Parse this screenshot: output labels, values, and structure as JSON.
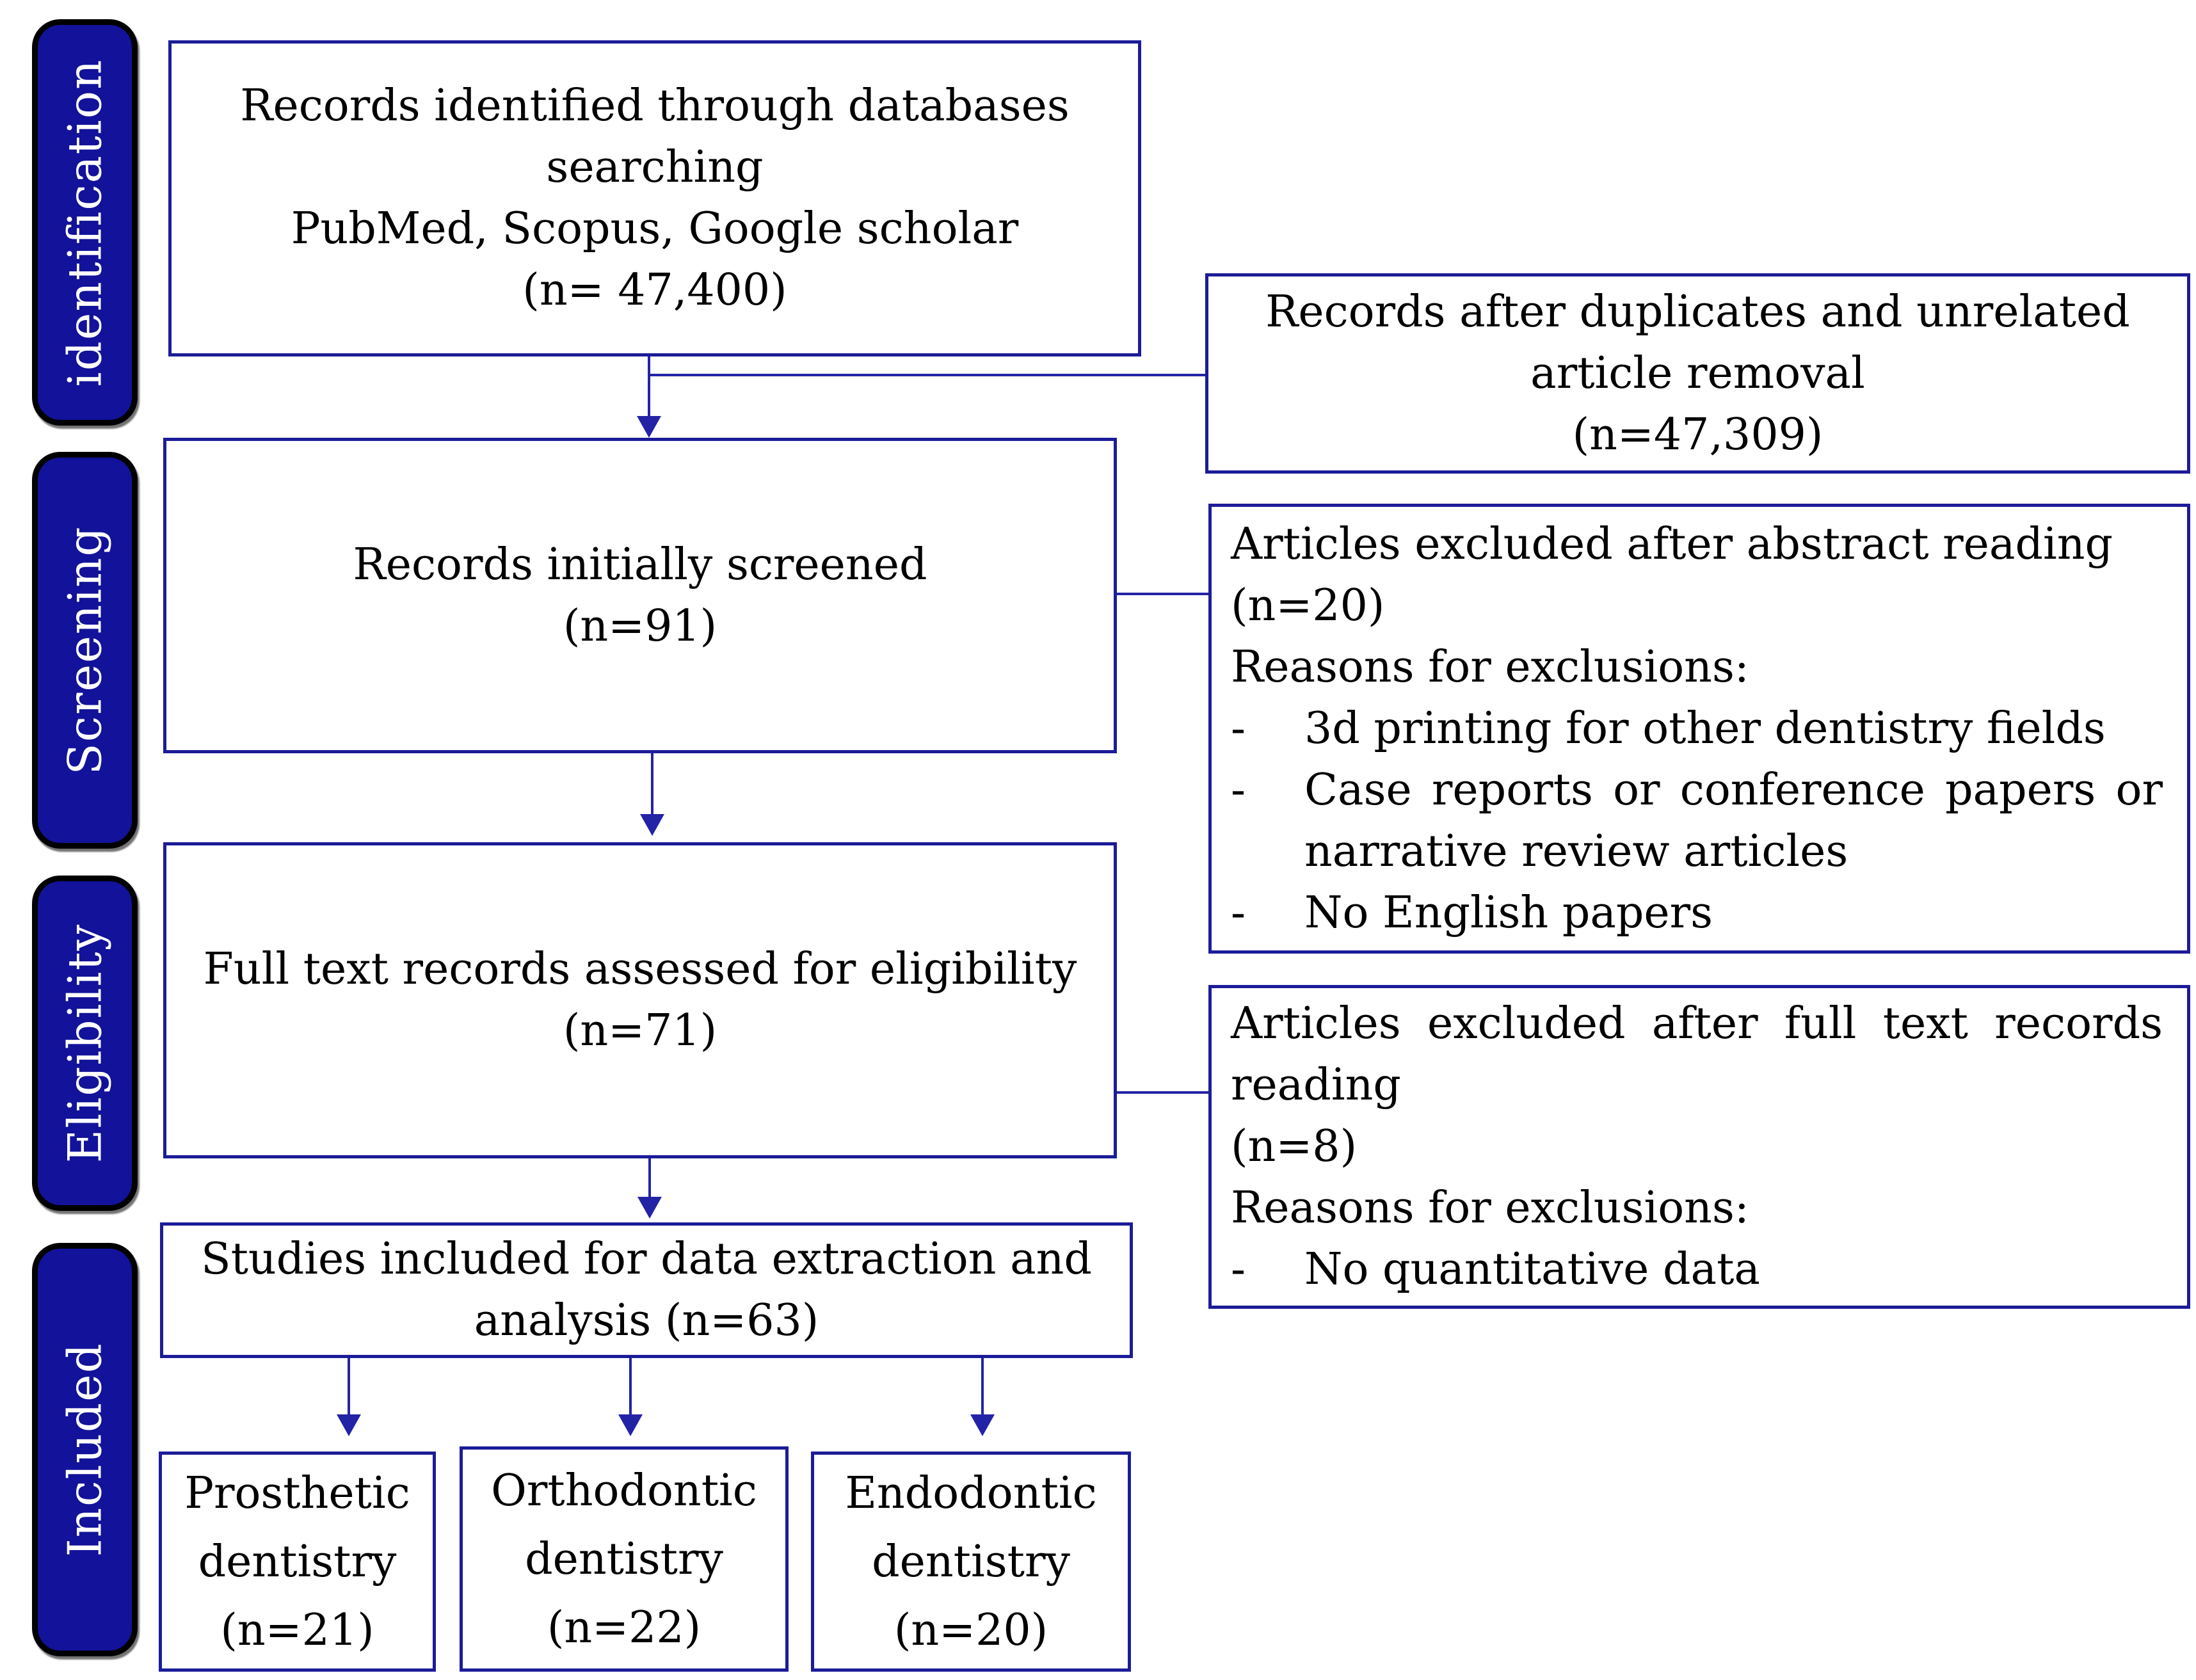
{
  "palette": {
    "border_blue": "#1c1c99",
    "line_blue": "#2323a6",
    "sidebar_fill": "#12129a",
    "sidebar_text": "#ffffff",
    "box_text": "#000000",
    "background": "#ffffff"
  },
  "sidebar": {
    "identification": "identification",
    "screening": "Screening",
    "eligibility": "Eligibility",
    "included": "Included"
  },
  "flow": {
    "identified": {
      "line1": "Records identified through databases",
      "line2": "searching",
      "line3": "PubMed, Scopus, Google scholar",
      "line4": "(n= 47,400)"
    },
    "after_duplicates": {
      "line1": "Records after duplicates and unrelated",
      "line2": "article removal",
      "line3": "(n=47,309)"
    },
    "screened": {
      "line1": "Records initially screened",
      "line2": "(n=91)"
    },
    "excluded_abstract": {
      "line1": "Articles excluded after abstract reading",
      "line2": "(n=20)",
      "line3": "Reasons for exclusions:",
      "dash": "-",
      "bullet1": "3d printing for other dentistry fields",
      "bullet2": "Case reports or conference papers or",
      "bullet2_cont": "narrative review articles",
      "bullet3": "No English papers"
    },
    "full_text": {
      "line1": "Full text records assessed for eligibility",
      "line2": "(n=71)"
    },
    "excluded_fulltext": {
      "line1": "Articles excluded after full text records",
      "line2": "reading",
      "line3": "(n=8)",
      "line4": "Reasons for exclusions:",
      "dash": "-",
      "bullet1": "No quantitative data"
    },
    "included_studies": {
      "line1": "Studies included for data extraction and",
      "line2": "analysis (n=63)"
    },
    "prosthetic": {
      "line1": "Prosthetic",
      "line2": "dentistry",
      "line3": "(n=21)"
    },
    "orthodontic": {
      "line1": "Orthodontic",
      "line2": "dentistry",
      "line3": "(n=22)"
    },
    "endodontic": {
      "line1": "Endodontic",
      "line2": "dentistry",
      "line3": "(n=20)"
    }
  }
}
